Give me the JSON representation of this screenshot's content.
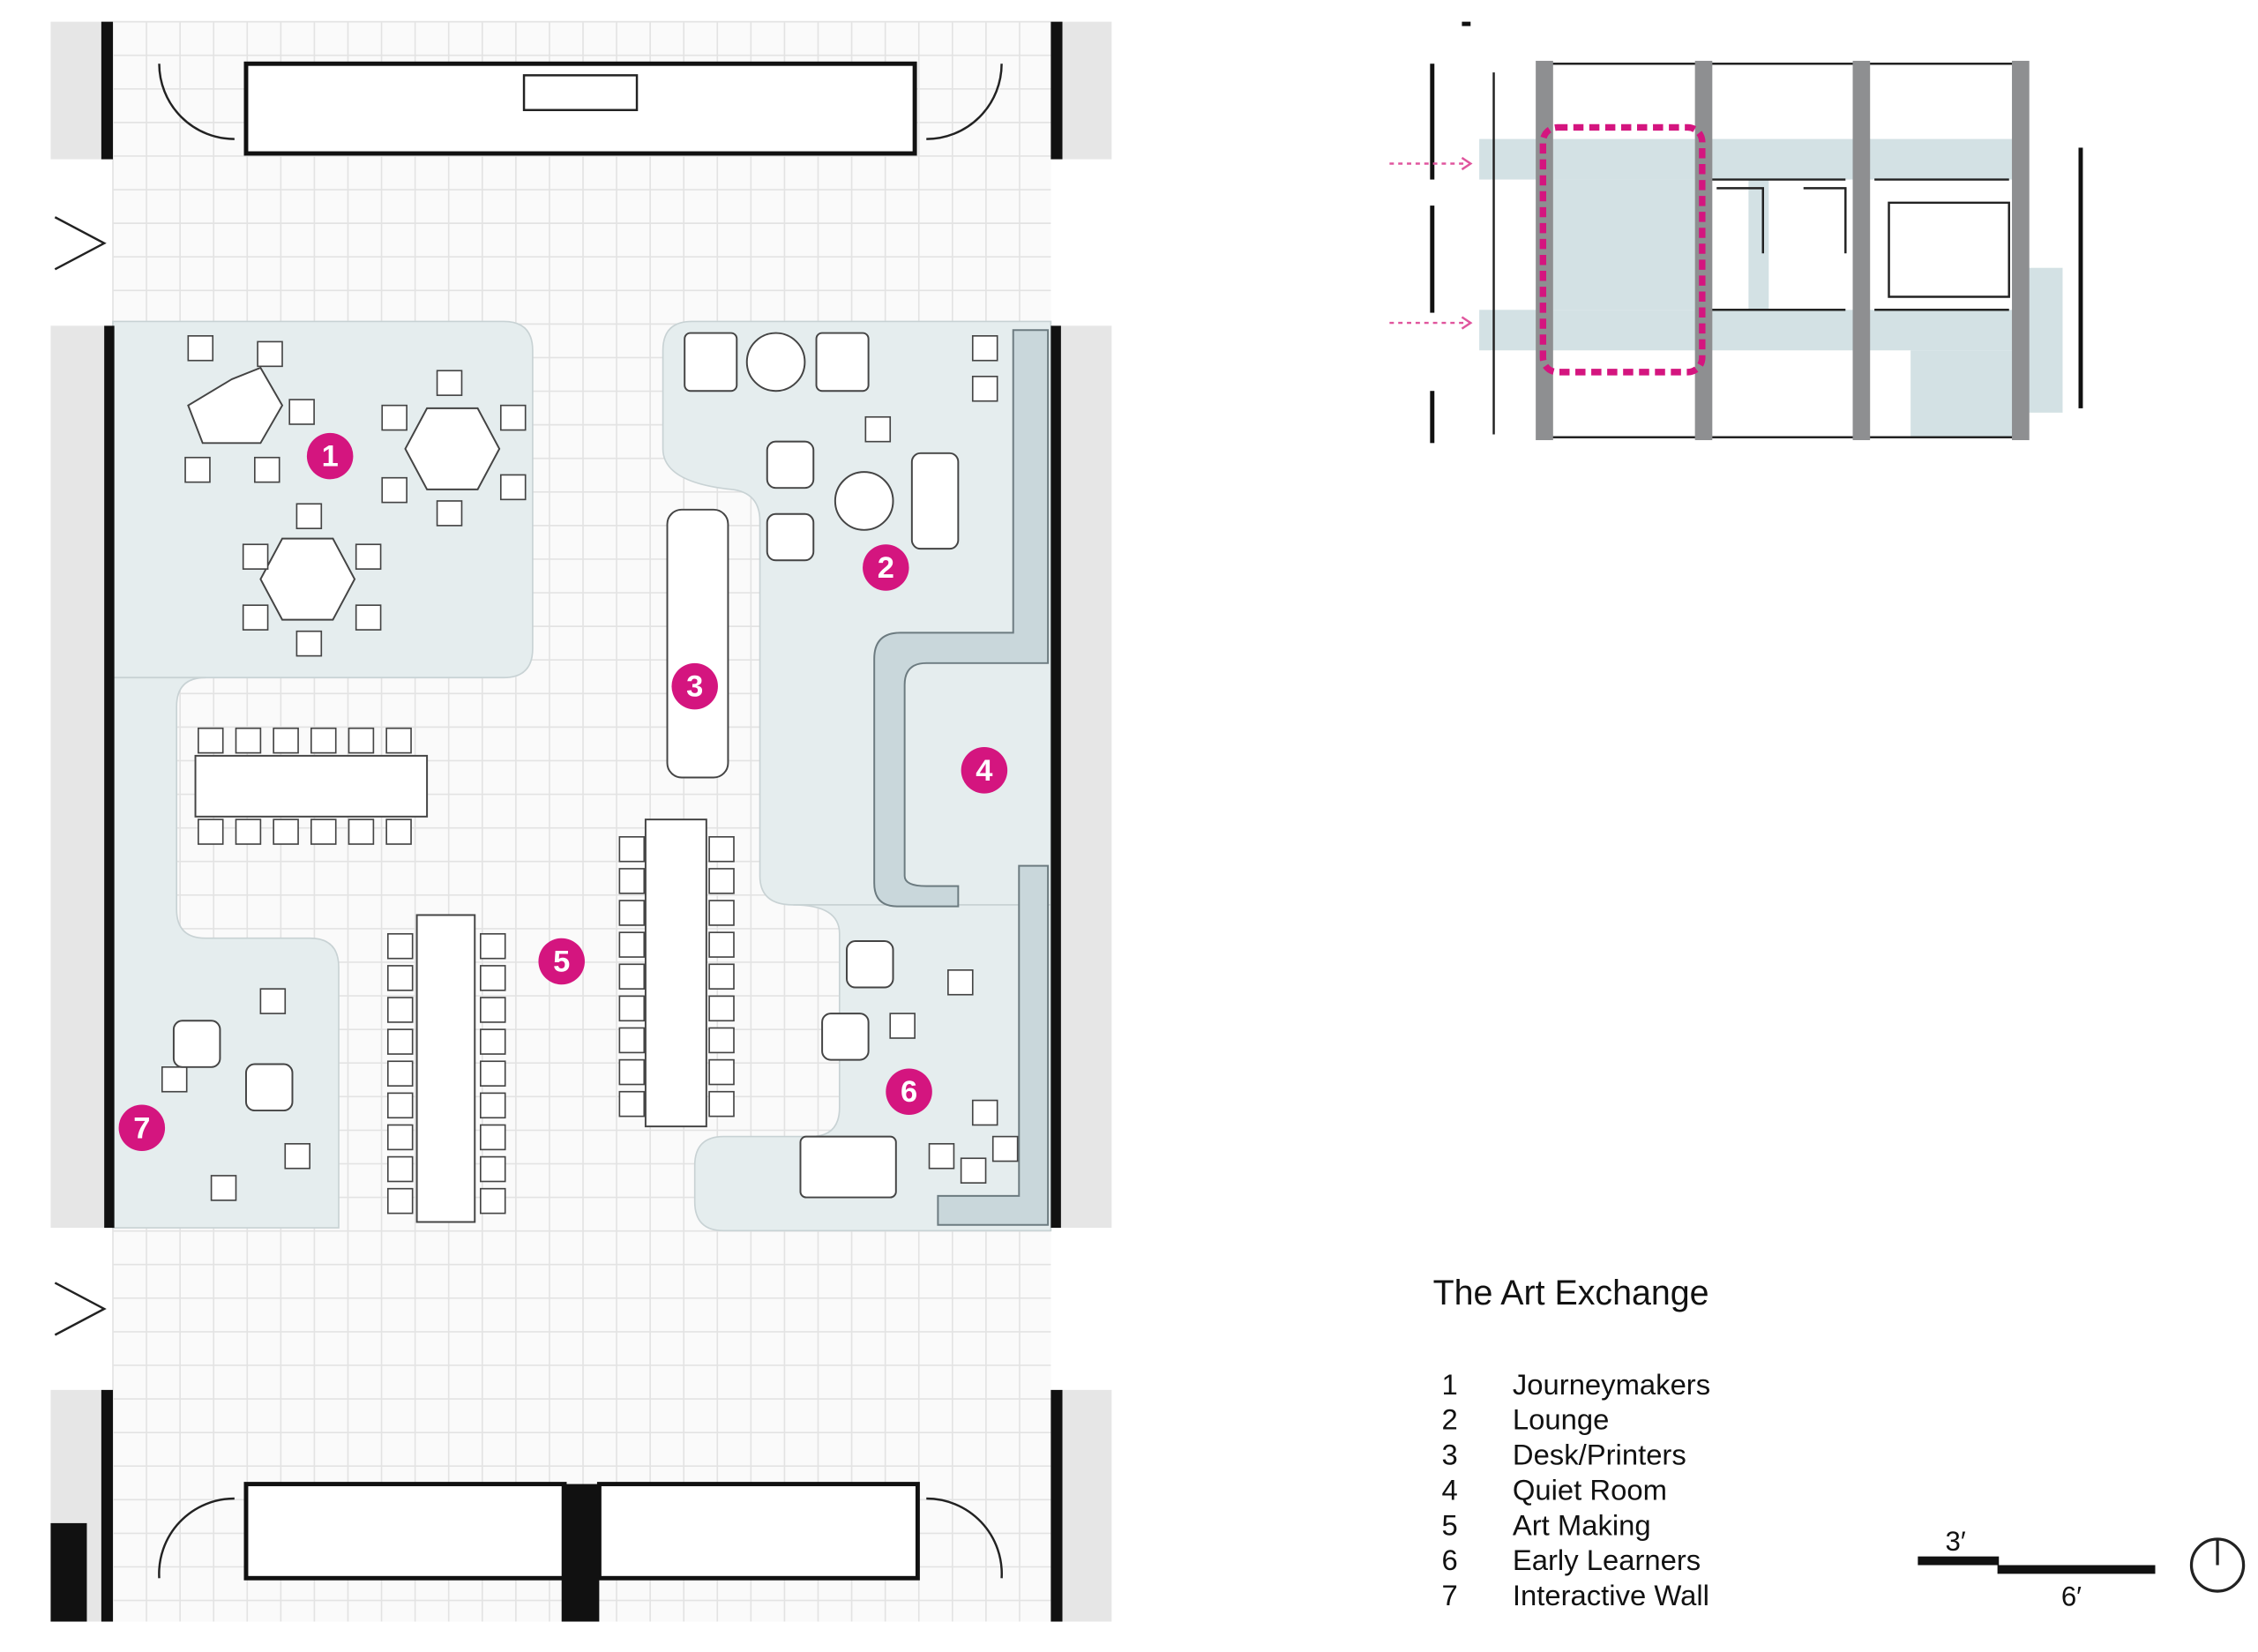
{
  "title": "The Art Exchange",
  "legend": [
    {
      "num": "1",
      "label": "Journeymakers"
    },
    {
      "num": "2",
      "label": "Lounge"
    },
    {
      "num": "3",
      "label": "Desk/Printers"
    },
    {
      "num": "4",
      "label": "Quiet Room"
    },
    {
      "num": "5",
      "label": "Art Making"
    },
    {
      "num": "6",
      "label": "Early Learners"
    },
    {
      "num": "7",
      "label": "Interactive Wall"
    }
  ],
  "markers": [
    "1",
    "2",
    "3",
    "4",
    "5",
    "6",
    "7"
  ],
  "scale_bar": {
    "short_label": "3′",
    "long_label": "6′"
  },
  "colors": {
    "marker": "#d4157f",
    "zone": "#e5edee",
    "key_plan_highlight": "#d4157f",
    "corridor": "#d3e1e4"
  }
}
